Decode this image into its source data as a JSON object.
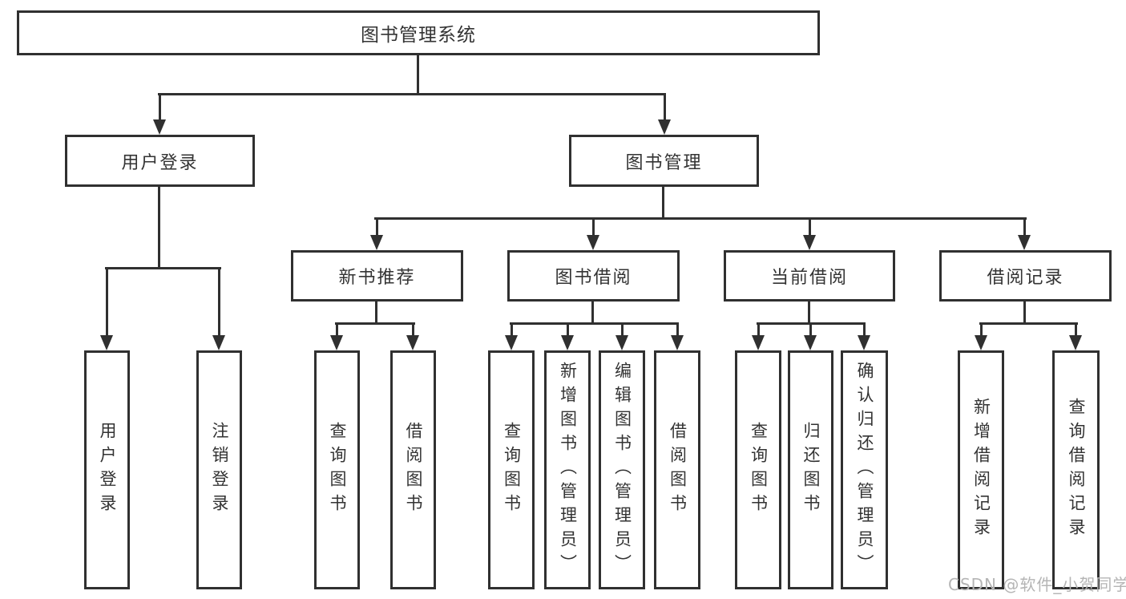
{
  "diagram": {
    "colors": {
      "line": "#303030",
      "box_border": "#303030",
      "text": "#333333",
      "watermark": "#b5b5b5",
      "background": "#ffffff"
    },
    "watermark": "CSDN @软件_小贺同学",
    "nodes": {
      "root": {
        "label": "图书管理系统"
      },
      "user_login": {
        "label": "用户登录"
      },
      "book_mgmt": {
        "label": "图书管理"
      },
      "new_books": {
        "label": "新书推荐"
      },
      "book_borrow": {
        "label": "图书借阅"
      },
      "current_borrow": {
        "label": "当前借阅"
      },
      "borrow_records": {
        "label": "借阅记录"
      },
      "leaf_user_login": {
        "label": "用户登录"
      },
      "leaf_logout": {
        "label": "注销登录"
      },
      "leaf_query_books_1": {
        "label": "查询图书"
      },
      "leaf_borrow_books_1": {
        "label": "借阅图书"
      },
      "leaf_query_books_2": {
        "label": "查询图书"
      },
      "leaf_add_books": {
        "label": "新增图书（管理员）"
      },
      "leaf_edit_books": {
        "label": "编辑图书（管理员）"
      },
      "leaf_borrow_books_2": {
        "label": "借阅图书"
      },
      "leaf_query_books_3": {
        "label": "查询图书"
      },
      "leaf_return_books": {
        "label": "归还图书"
      },
      "leaf_confirm_return": {
        "label": "确认归还（管理员）"
      },
      "leaf_add_record": {
        "label": "新增借阅记录"
      },
      "leaf_query_record": {
        "label": "查询借阅记录"
      }
    },
    "edges": [
      [
        "root",
        "user_login"
      ],
      [
        "root",
        "book_mgmt"
      ],
      [
        "user_login",
        "leaf_user_login"
      ],
      [
        "user_login",
        "leaf_logout"
      ],
      [
        "book_mgmt",
        "new_books"
      ],
      [
        "book_mgmt",
        "book_borrow"
      ],
      [
        "book_mgmt",
        "current_borrow"
      ],
      [
        "book_mgmt",
        "borrow_records"
      ],
      [
        "new_books",
        "leaf_query_books_1"
      ],
      [
        "new_books",
        "leaf_borrow_books_1"
      ],
      [
        "book_borrow",
        "leaf_query_books_2"
      ],
      [
        "book_borrow",
        "leaf_add_books"
      ],
      [
        "book_borrow",
        "leaf_edit_books"
      ],
      [
        "book_borrow",
        "leaf_borrow_books_2"
      ],
      [
        "current_borrow",
        "leaf_query_books_3"
      ],
      [
        "current_borrow",
        "leaf_return_books"
      ],
      [
        "current_borrow",
        "leaf_confirm_return"
      ],
      [
        "borrow_records",
        "leaf_add_record"
      ],
      [
        "borrow_records",
        "leaf_query_record"
      ]
    ]
  }
}
